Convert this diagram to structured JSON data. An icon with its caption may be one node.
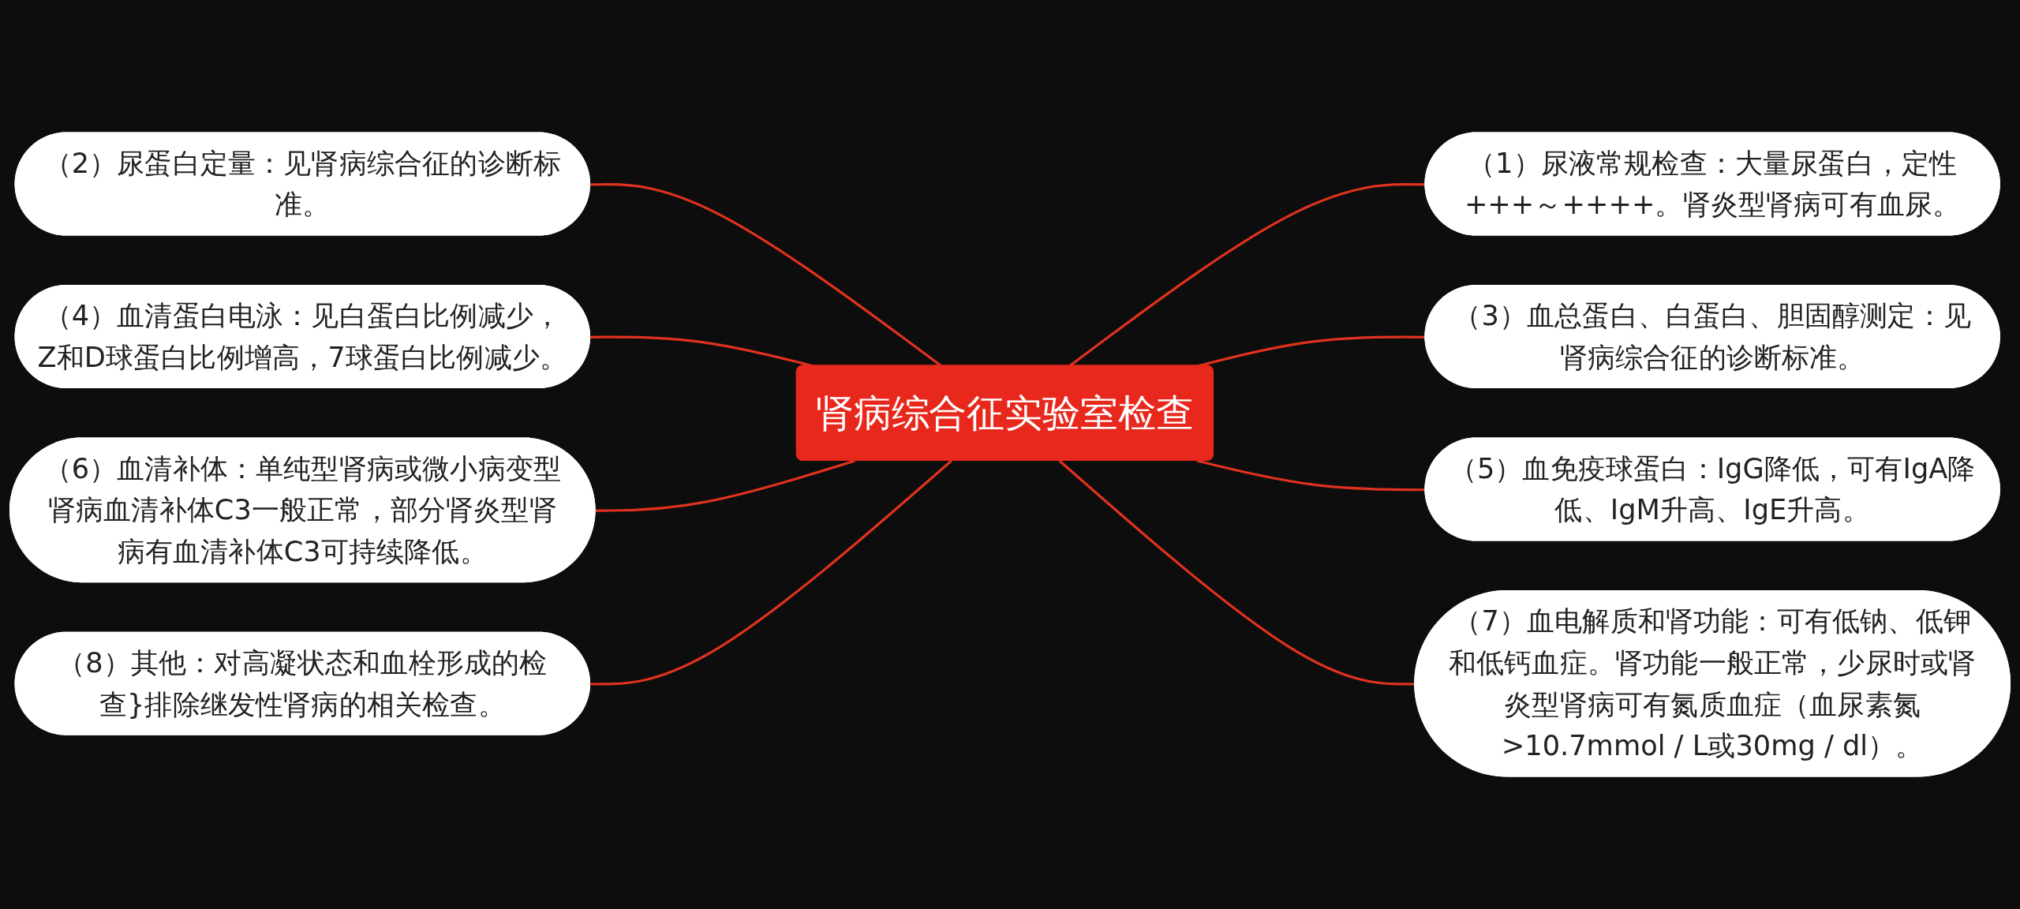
{
  "diagram": {
    "nodes": [
      {
        "text": [
          "肾病综合征实验室检查"
        ]
      },
      {
        "text": [
          "（1）尿液常规检查：大量尿蛋白，定性+++～++++。肾炎型肾病可有血尿。"
        ]
      },
      {
        "text": [
          "（2）尿蛋白定量：见肾病综合征的诊断标准。"
        ]
      },
      {
        "text": [
          "（3）血总蛋白、白蛋白、胆固醇测定：见肾病综合征的诊断标准。"
        ]
      },
      {
        "text": [
          "（4）血清蛋白电泳：见白蛋白比例减少，Z和D球蛋白比例增高，7球蛋白比例减少。"
        ]
      },
      {
        "text": [
          "（5）血免疫球蛋白：IgG降低，可有IgA降低、IgM升高、IgE升高。"
        ]
      },
      {
        "text": [
          "（6）血清补体：单纯型肾病或微小病变型肾病血清补体C3一般正常，部分肾炎型肾病有血清补体C3可持续降低。"
        ]
      },
      {
        "text": [
          "（7）血电解质和肾功能：可有低钠、低钾和低钙血症。肾功能一般正常，少尿时或肾炎型肾病可有氮质血症（血尿素氮>10.7mmol / L或30mg / dl）。"
        ]
      },
      {
        "text": [
          "（8）其他：对高凝状态和血栓形成的检查}排除继发性肾病的相关检查。"
        ]
      }
    ],
    "edges": [
      {
        "from": 0,
        "to": 1,
        "arrow": "none"
      },
      {
        "from": 2,
        "to": 0,
        "arrow": "none"
      },
      {
        "from": 0,
        "to": 3,
        "arrow": "none"
      },
      {
        "from": 4,
        "to": 0,
        "arrow": "none"
      },
      {
        "from": 0,
        "to": 5,
        "arrow": "none"
      },
      {
        "from": 6,
        "to": 0,
        "arrow": "none"
      },
      {
        "from": 0,
        "to": 7,
        "arrow": "none"
      },
      {
        "from": 8,
        "to": 0,
        "arrow": "none"
      }
    ]
  }
}
